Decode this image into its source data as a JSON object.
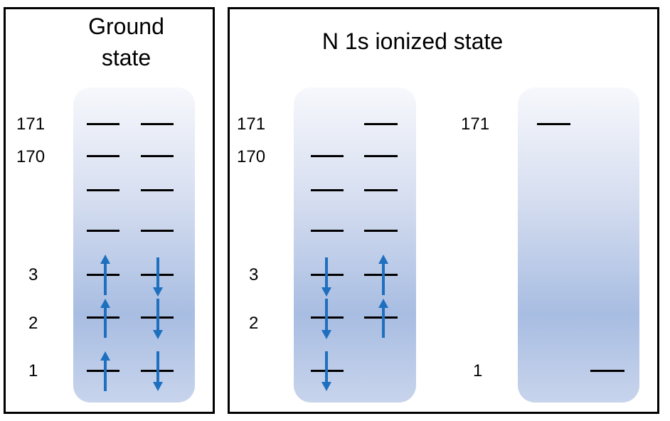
{
  "ground_state": {
    "title_line1": "Ground",
    "title_line2": "state",
    "labels": {
      "171": "171",
      "170": "170",
      "3": "3",
      "2": "2",
      "1": "1"
    }
  },
  "ionized_state": {
    "title": "N 1s ionized state",
    "left_labels": {
      "171": "171",
      "170": "170",
      "3": "3",
      "2": "2"
    },
    "right_labels": {
      "171": "171",
      "1": "1"
    }
  },
  "colors": {
    "arrow": "#1f6fbf",
    "column_top": "#f7f8fc",
    "column_bottom": "#a8bde2"
  }
}
